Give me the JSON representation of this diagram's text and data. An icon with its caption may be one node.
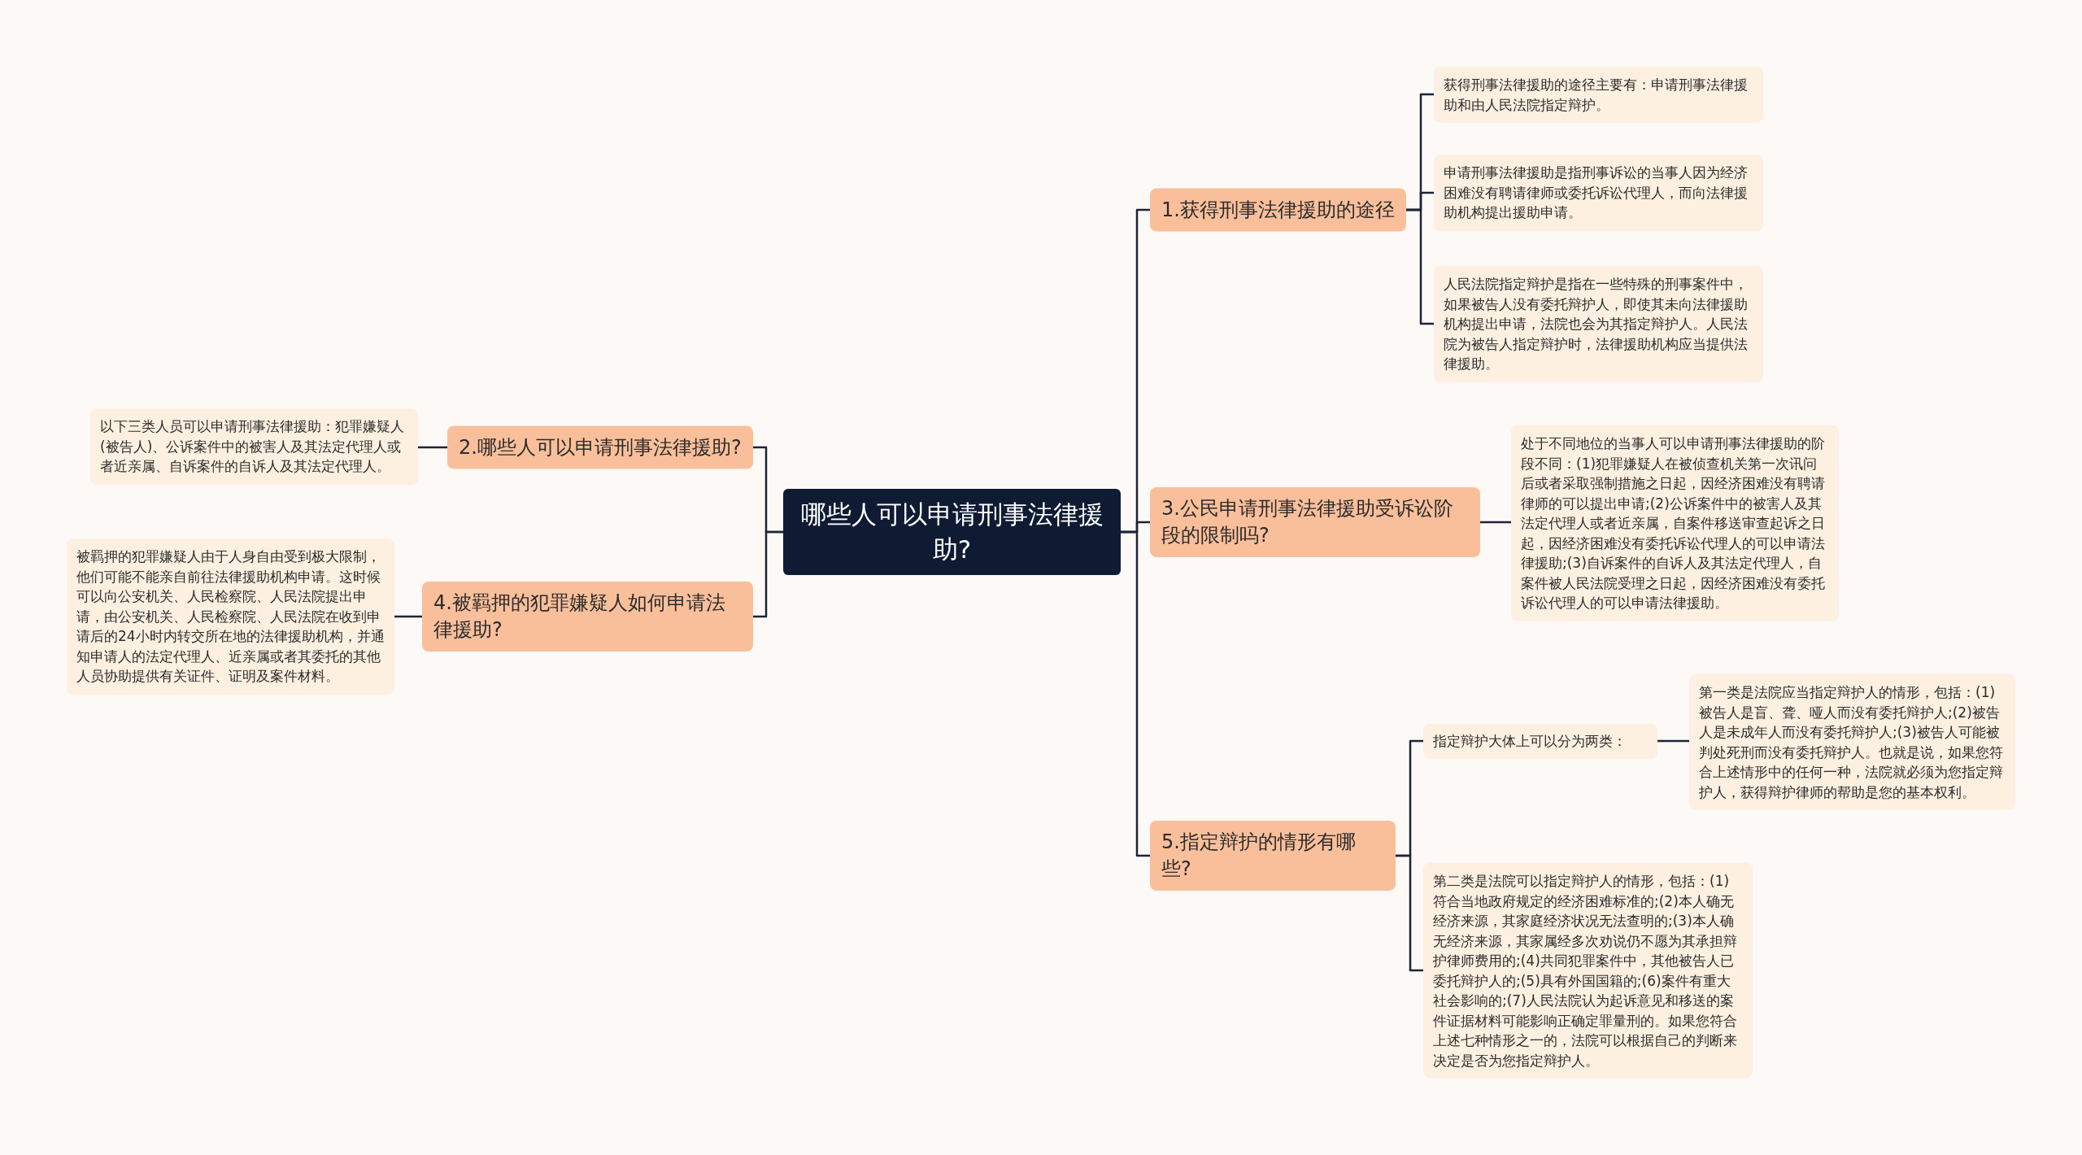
{
  "diagram": {
    "nodes": [
      {
        "text": [
          "哪些人可以申请刑事法律援助?"
        ]
      },
      {
        "text": [
          "1.获得刑事法律援助的途径"
        ]
      },
      {
        "text": [
          "获得刑事法律援助的途径主要有：申请刑事法律援助和由人民法院指定辩护。"
        ]
      },
      {
        "text": [
          "申请刑事法律援助是指刑事诉讼的当事人因为经济困难没有聘请律师或委托诉讼代理人，而向法律援助机构提出援助申请。"
        ]
      },
      {
        "text": [
          "人民法院指定辩护是指在一些特殊的刑事案件中，如果被告人没有委托辩护人，即使其未向法律援助机构提出申请，法院也会为其指定辩护人。人民法院为被告人指定辩护时，法律援助机构应当提供法律援助。"
        ]
      },
      {
        "text": [
          "2.哪些人可以申请刑事法律援助?"
        ]
      },
      {
        "text": [
          "以下三类人员可以申请刑事法律援助：犯罪嫌疑人(被告人)、公诉案件中的被害人及其法定代理人或者近亲属、自诉案件的自诉人及其法定代理人。"
        ]
      },
      {
        "text": [
          "3.公民申请刑事法律援助受诉讼阶段的限制吗?"
        ]
      },
      {
        "text": [
          "处于不同地位的当事人可以申请刑事法律援助的阶段不同：(1)犯罪嫌疑人在被侦查机关第一次讯问后或者采取强制措施之日起，因经济困难没有聘请律师的可以提出申请;(2)公诉案件中的被害人及其法定代理人或者近亲属，自案件移送审查起诉之日起，因经济困难没有委托诉讼代理人的可以申请法律援助;(3)自诉案件的自诉人及其法定代理人，自案件被人民法院受理之日起，因经济困难没有委托诉讼代理人的可以申请法律援助。"
        ]
      },
      {
        "text": [
          "4.被羁押的犯罪嫌疑人如何申请法律援助?"
        ]
      },
      {
        "text": [
          "被羁押的犯罪嫌疑人由于人身自由受到极大限制，他们可能不能亲自前往法律援助机构申请。这时候可以向公安机关、人民检察院、人民法院提出申请，由公安机关、人民检察院、人民法院在收到申请后的24小时内转交所在地的法律援助机构，并通知申请人的法定代理人、近亲属或者其委托的其他人员协助提供有关证件、证明及案件材料。"
        ]
      },
      {
        "text": [
          "5.指定辩护的情形有哪些?"
        ]
      },
      {
        "text": [
          "指定辩护大体上可以分为两类："
        ]
      },
      {
        "text": [
          "第一类是法院应当指定辩护人的情形，包括：(1)被告人是盲、聋、哑人而没有委托辩护人;(2)被告人是未成年人而没有委托辩护人;(3)被告人可能被判处死刑而没有委托辩护人。也就是说，如果您符合上述情形中的任何一种，法院就必须为您指定辩护人，获得辩护律师的帮助是您的基本权利。"
        ]
      },
      {
        "text": [
          "第二类是法院可以指定辩护人的情形，包括：(1)符合当地政府规定的经济困难标准的;(2)本人确无经济来源，其家庭经济状况无法查明的;(3)本人确无经济来源，其家属经多次劝说仍不愿为其承担辩护律师费用的;(4)共同犯罪案件中，其他被告人已委托辩护人的;(5)具有外国国籍的;(6)案件有重大社会影响的;(7)人民法院认为起诉意见和移送的案件证据材料可能影响正确定罪量刑的。如果您符合上述七种情形之一的，法院可以根据自己的判断来决定是否为您指定辩护人。"
        ]
      }
    ],
    "edges": [
      {
        "from": 0,
        "to": 1,
        "arrow": "none"
      },
      {
        "from": 1,
        "to": 2,
        "arrow": "none"
      },
      {
        "from": 1,
        "to": 3,
        "arrow": "none"
      },
      {
        "from": 1,
        "to": 4,
        "arrow": "none"
      },
      {
        "from": 0,
        "to": 5,
        "arrow": "none"
      },
      {
        "from": 5,
        "to": 6,
        "arrow": "none"
      },
      {
        "from": 0,
        "to": 7,
        "arrow": "none"
      },
      {
        "from": 7,
        "to": 8,
        "arrow": "none"
      },
      {
        "from": 0,
        "to": 9,
        "arrow": "none"
      },
      {
        "from": 9,
        "to": 10,
        "arrow": "none"
      },
      {
        "from": 0,
        "to": 11,
        "arrow": "none"
      },
      {
        "from": 11,
        "to": 12,
        "arrow": "none"
      },
      {
        "from": 12,
        "to": 13,
        "arrow": "none"
      },
      {
        "from": 11,
        "to": 14,
        "arrow": "none"
      }
    ]
  }
}
